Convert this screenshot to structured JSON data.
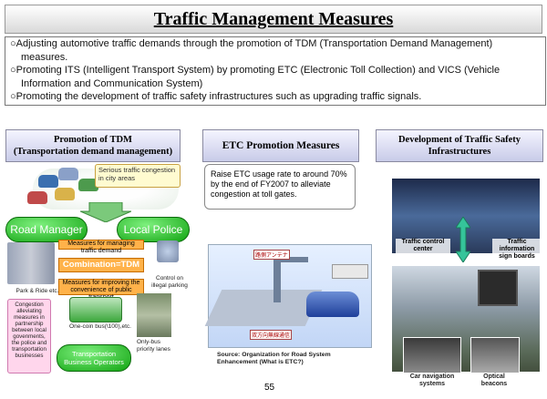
{
  "title": "Traffic Management Measures",
  "bullets": [
    "Adjusting automotive traffic demands through the promotion of TDM (Transportation Demand Management) measures.",
    "Promoting ITS (Intelligent Transport System) by promoting ETC (Electronic Toll Collection) and VICS (Vehicle Information and Communication System)",
    "Promoting the development of traffic safety infrastructures such as upgrading traffic signals."
  ],
  "sections": {
    "tdm": {
      "header_line1": "Promotion of TDM",
      "header_line2": "(Transportation demand management)",
      "congestion_label": "Serious traffic congestion in city areas",
      "road_manager": "Road Manager",
      "local_police": "Local Police",
      "measures_label": "Measures for managing traffic demand",
      "combination": "Combination=TDM",
      "improving_label": "Measures for improving the convenience of public transport",
      "park_ride": "Park & Ride etc.",
      "control_parking": "Control on illegal parking",
      "congestion_measures": "Congestion alleviating measures in partnership between local govenments, the police and transportation businesses",
      "bus_label": "One-coin bus(\\100),etc.",
      "bus_lanes": "Only-bus priority lanes",
      "operators": "Transportation Business Operators"
    },
    "etc": {
      "header": "ETC Promotion Measures",
      "text": "Raise ETC usage rate to around 70% by the end of FY2007 to alleviate congestion at toll gates.",
      "gate_label": "路側アンテナ",
      "comm_label": "双方向無線通信",
      "source": "Source: Organization for Road System Enhancement (What is ETC?)"
    },
    "safety": {
      "header_line1": "Development of Traffic Safety",
      "header_line2": "Infrastructures",
      "control_center": "Traffic control center",
      "info_boards": "Traffic information sign boards",
      "car_nav": "Car navigation systems",
      "optical_beacons": "Optical beacons"
    }
  },
  "page_number": "55"
}
